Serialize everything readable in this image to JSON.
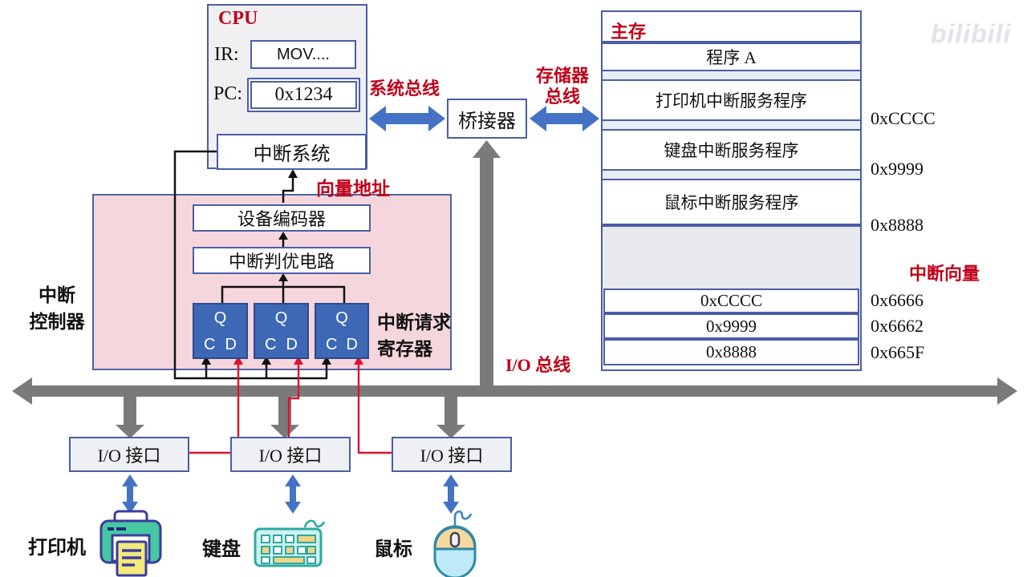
{
  "watermark": {
    "text": "bilibili"
  },
  "cpu": {
    "title": "CPU",
    "ir_label": "IR:",
    "ir_value": "MOV....",
    "pc_label": "PC:",
    "pc_value": "0x1234",
    "interrupt_system": "中断系统"
  },
  "bridge": {
    "label": "桥接器"
  },
  "buses": {
    "system_bus": "系统总线",
    "memory_bus_line1": "存储器",
    "memory_bus_line2": "总线",
    "io_bus": "I/O 总线"
  },
  "memory": {
    "title": "主存",
    "segments": [
      {
        "label": "程序 A",
        "address": ""
      },
      {
        "label": "打印机中断服务程序",
        "address": "0xCCCC"
      },
      {
        "label": "键盘中断服务程序",
        "address": "0x9999"
      },
      {
        "label": "鼠标中断服务程序",
        "address": "0x8888"
      }
    ],
    "vector_label": "中断向量",
    "vector_table": [
      {
        "value": "0xCCCC",
        "address": "0x6666"
      },
      {
        "value": "0x9999",
        "address": "0x6662"
      },
      {
        "value": "0x8888",
        "address": "0x665F"
      }
    ]
  },
  "controller": {
    "label_line1": "中断",
    "label_line2": "控制器",
    "vector_address_label": "向量地址",
    "encoder": "设备编码器",
    "priority_circuit": "中断判优电路",
    "register_label_line1": "中断请求",
    "register_label_line2": "寄存器",
    "flipflops": [
      {
        "q": "Q",
        "c": "C",
        "d": "D"
      },
      {
        "q": "Q",
        "c": "C",
        "d": "D"
      },
      {
        "q": "Q",
        "c": "C",
        "d": "D"
      }
    ]
  },
  "io": {
    "interface_label": "I/O 接口",
    "devices": [
      {
        "label": "打印机"
      },
      {
        "label": "键盘"
      },
      {
        "label": "鼠标"
      }
    ]
  },
  "colors": {
    "accent_blue": "#4472c4",
    "bus_gray": "#7a7a7a",
    "label_red": "#c00018",
    "line_red": "#e0112e",
    "flipflop_blue": "#3d68b5",
    "controller_pink": "#f6d6dd"
  }
}
